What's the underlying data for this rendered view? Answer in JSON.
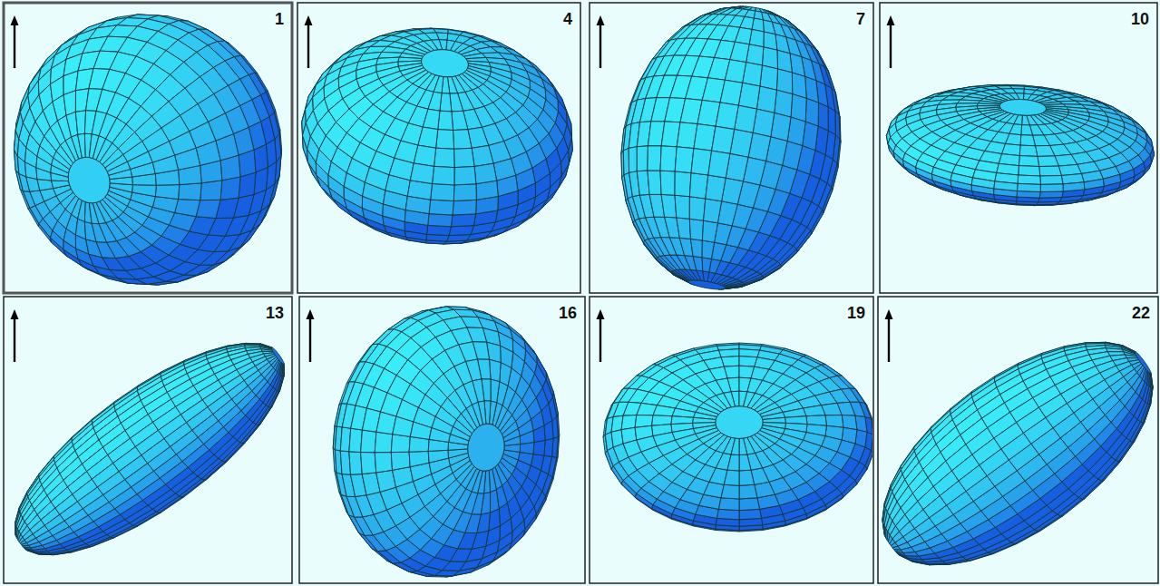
{
  "diagram": {
    "labels": [
      "1",
      "4",
      "7",
      "10",
      "13",
      "16",
      "19",
      "22"
    ]
  }
}
